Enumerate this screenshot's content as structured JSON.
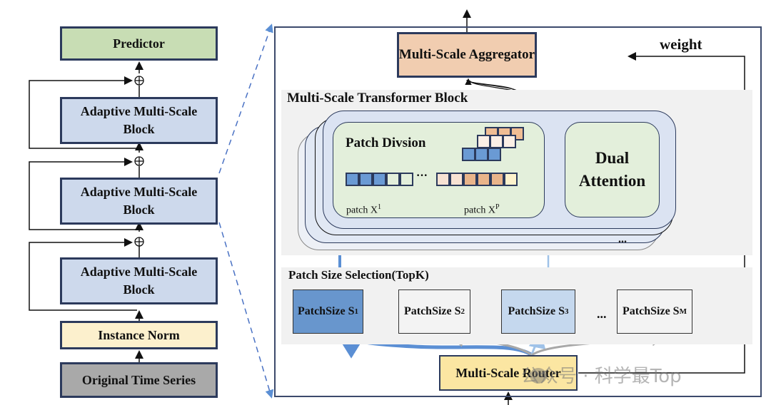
{
  "left_stack": {
    "predictor": "Predictor",
    "blocks": [
      {
        "line1": "Adaptive Multi-Scale",
        "line2": "Block"
      },
      {
        "line1": "Adaptive Multi-Scale",
        "line2": "Block"
      },
      {
        "line1": "Adaptive Multi-Scale",
        "line2": "Block"
      }
    ],
    "instance_norm": "Instance Norm",
    "input": "Original Time Series",
    "residual_symbol": "⊕"
  },
  "detail": {
    "aggregator": "Multi-Scale Aggregator",
    "weight_label": "weight",
    "transformer_block_title": "Multi-Scale Transformer Block",
    "patch_division": {
      "title": "Patch Divsion",
      "ellipsis": "···",
      "patch_first_label": "patch X",
      "patch_first_sup": "1",
      "patch_last_label": "patch X",
      "patch_last_sup": "P"
    },
    "dual_attention": {
      "line1": "Dual",
      "line2": "Attention"
    },
    "stack_ellipsis": "...",
    "patch_size_selection": {
      "title": "Patch Size Selection(TopK)",
      "options": [
        {
          "label": "PatchSize S",
          "sub": "1",
          "state": "selected-top1"
        },
        {
          "label": "PatchSize S",
          "sub": "2",
          "state": "unselected"
        },
        {
          "label": "PatchSize S",
          "sub": "3",
          "state": "selected-top2"
        },
        {
          "label": "PatchSize S",
          "sub": "M",
          "state": "unselected"
        }
      ],
      "ellipsis": "..."
    },
    "router": "Multi-Scale Router"
  },
  "watermark": "公众号 · 科学最Top",
  "colors": {
    "predictor": "#c8ddb4",
    "block": "#cdd9ec",
    "instance_norm": "#fcf0cd",
    "input": "#a9a9a9",
    "aggregator": "#f1cdb0",
    "router": "#fbe6a2",
    "selected_strong": "#6896cd",
    "selected_light": "#c5d8ee",
    "patch_blue": "#6a9ad4",
    "patch_orange": "#e9b48a",
    "patch_light_orange": "#f8e2d3",
    "dashed_connector": "#4a72c4"
  }
}
